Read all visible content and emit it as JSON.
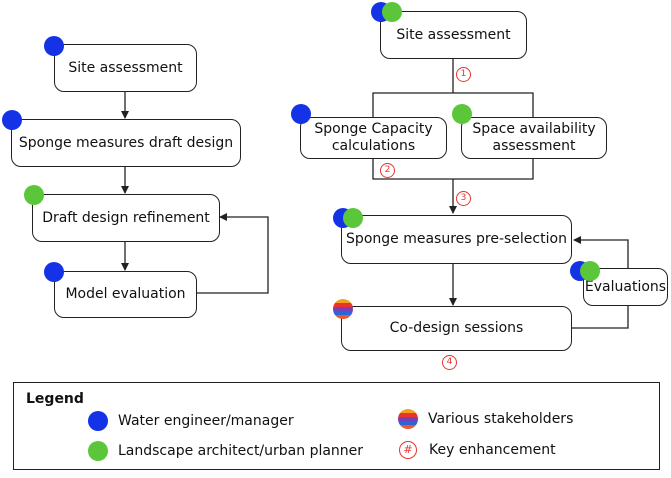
{
  "left_flow": {
    "site_assessment": "Site assessment",
    "draft_design": "Sponge measures draft design",
    "refinement": "Draft design refinement",
    "model_evaluation": "Model evaluation"
  },
  "right_flow": {
    "site_assessment": "Site assessment",
    "capacity_calc": "Sponge Capacity calculations",
    "space_availability": "Space availability assessment",
    "pre_selection": "Sponge measures pre-selection",
    "evaluations": "Evaluations",
    "co_design": "Co-design sessions"
  },
  "enhancements": [
    "1",
    "2",
    "3",
    "4"
  ],
  "legend": {
    "title": "Legend",
    "water": "Water engineer/manager",
    "landscape": "Landscape architect/urban planner",
    "stakeholders": "Various stakeholders",
    "key": "Key enhancement",
    "key_symbol": "#"
  },
  "colors": {
    "water_engineer": "#1433e6",
    "landscape_architect": "#5cc63b",
    "enhancement": "#e8342c"
  }
}
